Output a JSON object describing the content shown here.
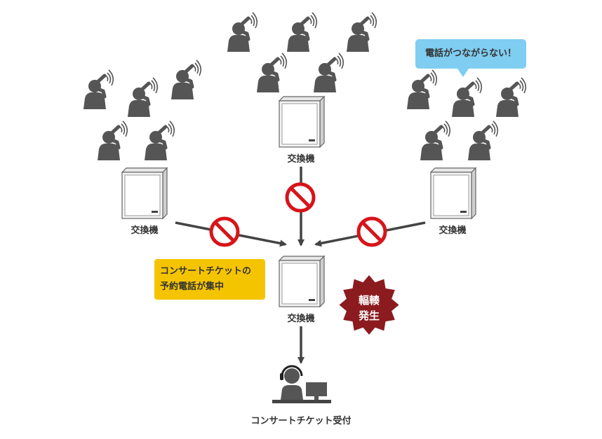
{
  "labels": {
    "exchange_top": "交換機",
    "exchange_left": "交換機",
    "exchange_right": "交換機",
    "exchange_center": "交換機",
    "reception": "コンサートチケット受付"
  },
  "callouts": {
    "cannot_connect": "電話がつながらない！",
    "concentration_line1": "コンサートチケットの",
    "concentration_line2": "予約電話が集中",
    "congestion_line1": "輻輳",
    "congestion_line2": "発生"
  },
  "colors": {
    "person": "#555555",
    "arrow": "#444444",
    "prohibit": "#d7141a",
    "congestion": "#8b1b1f",
    "note_yellow": "#f5c400",
    "bubble_blue": "#7fcdf0"
  },
  "icons": [
    "caller-icon",
    "exchange-server-icon",
    "prohibited-icon",
    "operator-icon",
    "arrow-icon"
  ]
}
